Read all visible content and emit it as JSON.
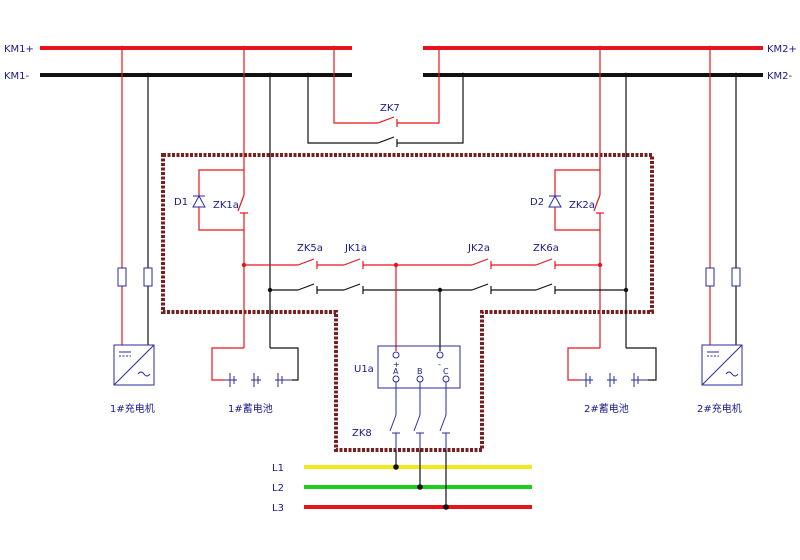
{
  "bus": {
    "km1_plus": "KM1+",
    "km1_minus": "KM1-",
    "km2_plus": "KM2+",
    "km2_minus": "KM2-"
  },
  "switches": {
    "zk7": "ZK7",
    "zk1a": "ZK1a",
    "zk2a": "ZK2a",
    "zk5a": "ZK5a",
    "jk1a": "JK1a",
    "jk2a": "JK2a",
    "zk6a": "ZK6a",
    "zk8": "ZK8"
  },
  "diodes": {
    "d1": "D1",
    "d2": "D2"
  },
  "module": {
    "name": "U1a",
    "plus": "+",
    "minus": "-",
    "a": "A",
    "b": "B",
    "c": "C"
  },
  "devices": {
    "charger1": "1#充电机",
    "battery1": "1#蓄电池",
    "battery2": "2#蓄电池",
    "charger2": "2#充电机"
  },
  "phases": {
    "l1": "L1",
    "l2": "L2",
    "l3": "L3"
  },
  "colors": {
    "positive": "#e8141b",
    "negative": "#111111",
    "enclosure": "#7a1f1f",
    "phase_l1": "#f2e81c",
    "phase_l2": "#1ccd1c",
    "phase_l3": "#e8141b",
    "label": "#1a1a8c",
    "device": "#2a2aa0"
  }
}
